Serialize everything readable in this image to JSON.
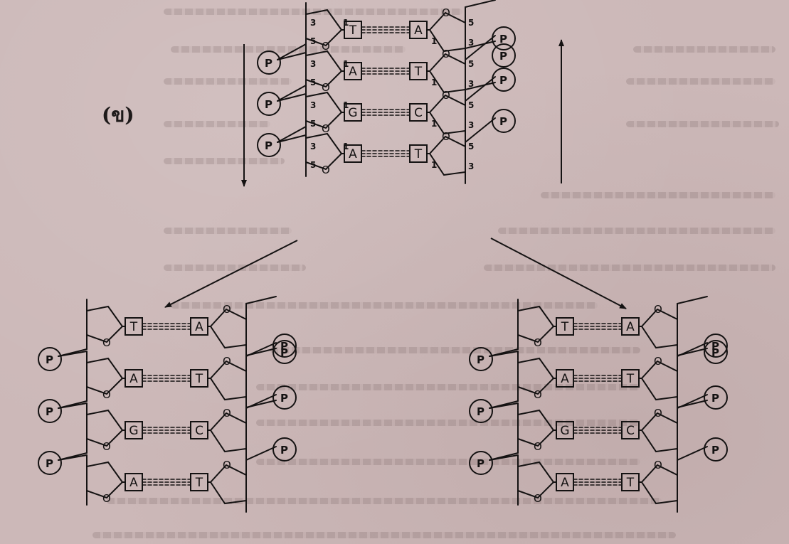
{
  "diagram": {
    "panel_label": "(ข)",
    "parent_pairs": [
      [
        "T",
        "A"
      ],
      [
        "A",
        "T"
      ],
      [
        "G",
        "C"
      ],
      [
        "A",
        "T"
      ]
    ],
    "daughter_left_pairs": [
      [
        "T",
        "A"
      ],
      [
        "A",
        "T"
      ],
      [
        "G",
        "C"
      ],
      [
        "A",
        "T"
      ]
    ],
    "daughter_right_pairs": [
      [
        "T",
        "A"
      ],
      [
        "A",
        "T"
      ],
      [
        "G",
        "C"
      ],
      [
        "A",
        "T"
      ]
    ],
    "phosphate_label": "P",
    "sugar_ring_atom": "O",
    "left_strand_numbers": [
      "3",
      "5"
    ],
    "right_strand_number_one": "1",
    "carbon_one": "1",
    "right_strand_numbers": [
      "5",
      "3"
    ]
  },
  "colors": {
    "ink": "#141212",
    "paper": "#ccb8b8"
  }
}
